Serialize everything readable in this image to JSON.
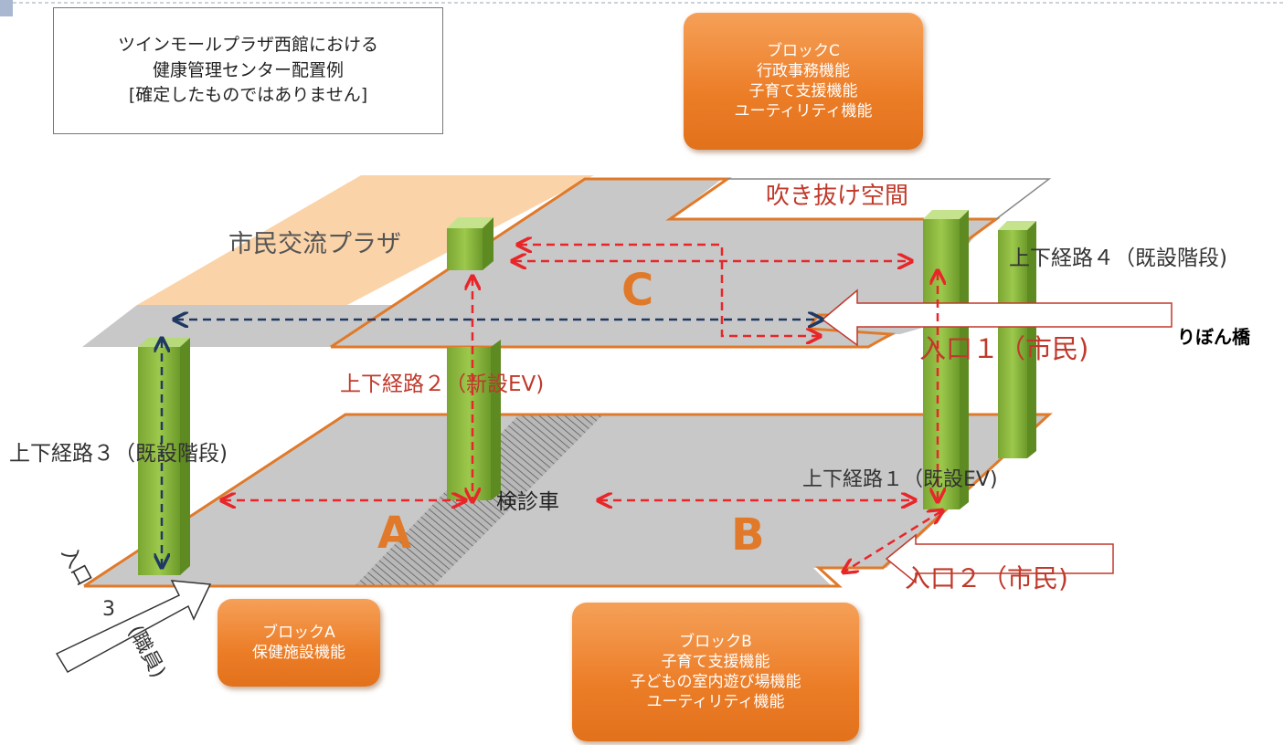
{
  "note": {
    "lines": [
      "ツインモールプラザ西館における",
      "健康管理センター配置例",
      "[確定したものではありません]"
    ]
  },
  "blocks": {
    "c": {
      "lines": [
        "ブロックC",
        "行政事務機能",
        "子育て支援機能",
        "ユーティリティ機能"
      ]
    },
    "a": {
      "lines": [
        "ブロックA",
        "保健施設機能"
      ]
    },
    "b": {
      "lines": [
        "ブロックB",
        "子育て支援機能",
        "子どもの室内遊び場機能",
        "ユーティリティ機能"
      ]
    }
  },
  "labels": {
    "fukinuke": "吹き抜け空間",
    "plaza": "市民交流プラザ",
    "route4": "上下経路４（既設階段)",
    "ribbon_bridge": "りぼん橋",
    "entrance1": "入口１（市民)",
    "route2": "上下経路２（新設EV)",
    "route3": "上下経路３（既設階段)",
    "route1": "上下経路１（既設EV)",
    "kenshinsha": "検診車",
    "entrance2": "入口２（市民)",
    "entrance3_a": "入口",
    "entrance3_b": "3",
    "entrance3_c": "(職員)",
    "area_a": "A",
    "area_b": "B",
    "area_c": "C"
  },
  "colors": {
    "orange": "#ec7d27",
    "floor_gray": "#c8c8c8",
    "plaza_peach": "#fbd3a8",
    "pillar_green": "#8bb640",
    "red_arrow": "#e8262a",
    "navy_arrow": "#1f3864",
    "label_red": "#c0392b"
  }
}
